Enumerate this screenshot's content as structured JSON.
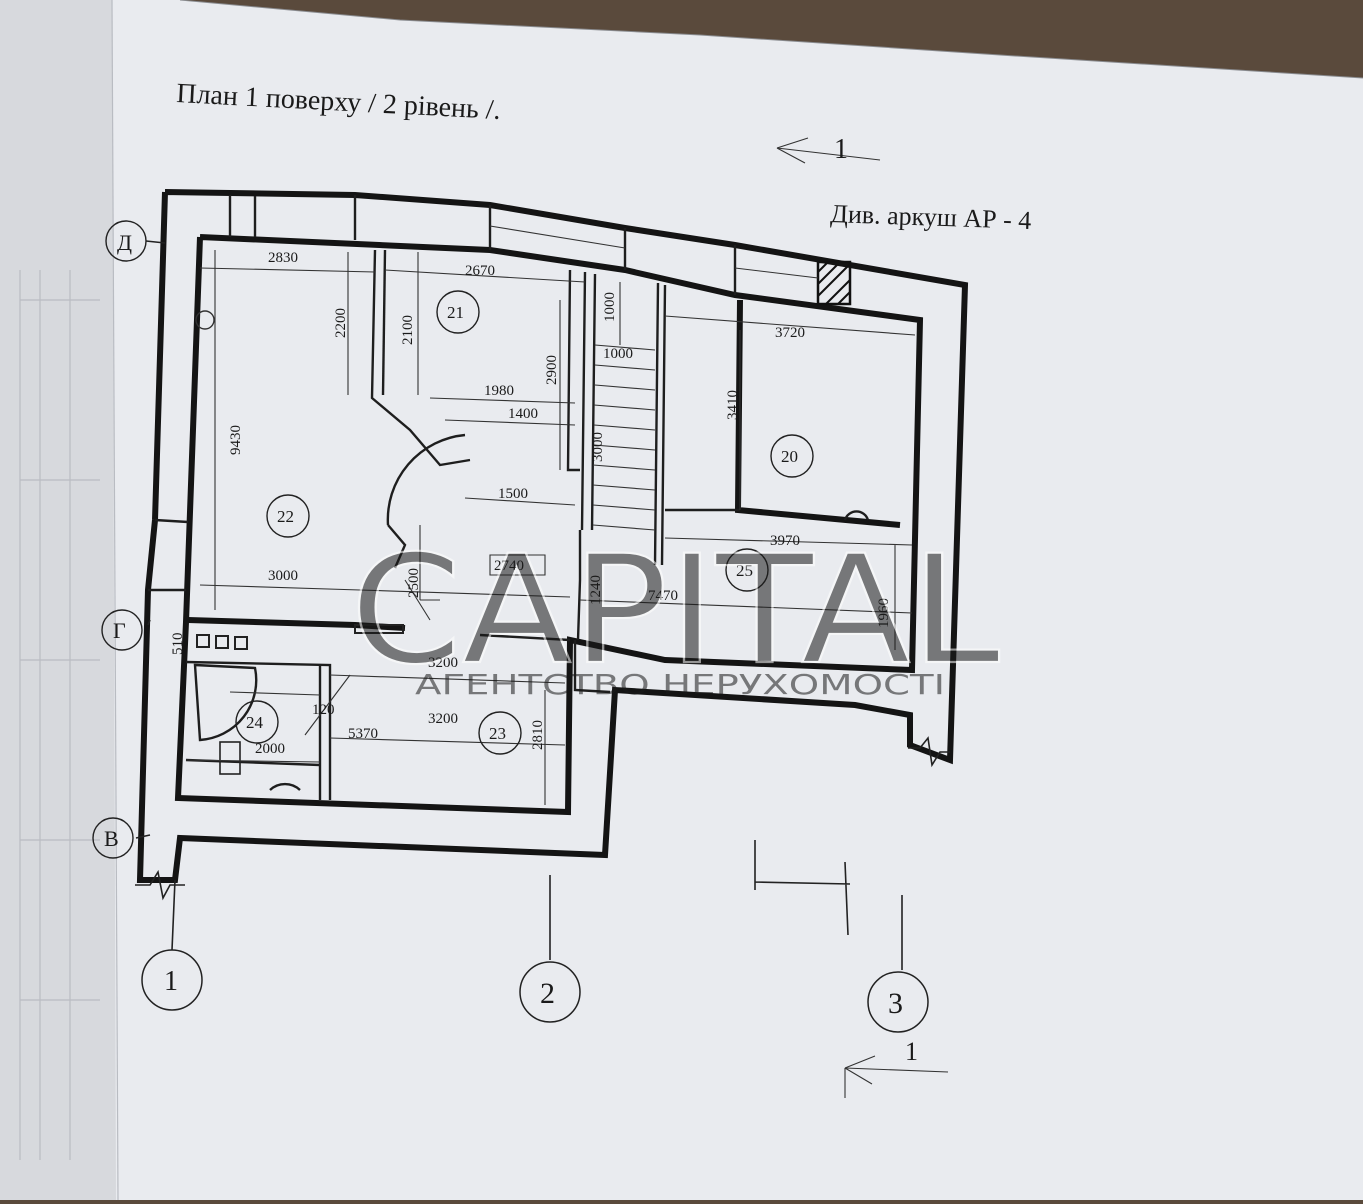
{
  "title": "План 1 поверху / 2 рівень /.",
  "section_ref": {
    "number": "1",
    "note": "Див. аркуш АР - 4"
  },
  "section_ref_bottom": {
    "number": "1"
  },
  "axes_letters": [
    "Д",
    "Г",
    "В"
  ],
  "axes_numbers": [
    "1",
    "2",
    "3"
  ],
  "rooms": [
    "20",
    "21",
    "22",
    "23",
    "24",
    "25"
  ],
  "dimensions": [
    "2830",
    "2670",
    "3720",
    "2200",
    "2100",
    "1000",
    "1000",
    "2900",
    "3410",
    "1980",
    "1400",
    "9430",
    "3000",
    "1500",
    "3970",
    "3000",
    "2740",
    "2500",
    "1240",
    "7470",
    "1960",
    "510",
    "3200",
    "120",
    "3200",
    "5370",
    "2000",
    "2810"
  ],
  "watermark": {
    "brand": "CAPITAL",
    "subtitle": "АГЕНТСТВО НЕРУХОМОСТІ"
  },
  "colors": {
    "paper": "#e9ebef",
    "paper_left": "#d7d9dd",
    "background": "#5a4a3c",
    "ink": "#141414"
  }
}
